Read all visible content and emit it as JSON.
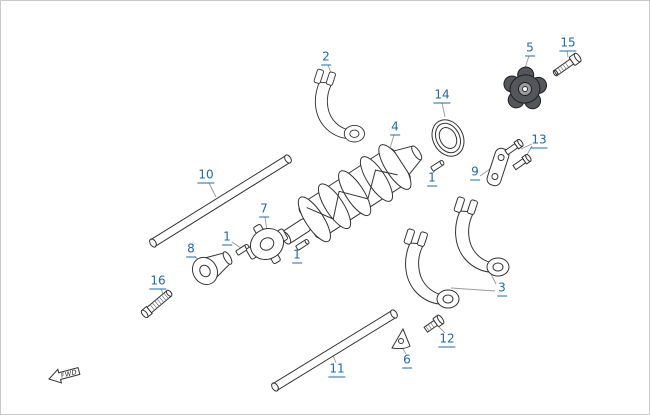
{
  "diagram": {
    "fwd_label": "FWD",
    "colors": {
      "accent": "#1a6bad",
      "line": "#333333",
      "background": "#ffffff",
      "leader": "#9a9a9a"
    },
    "callouts": [
      {
        "label": "2"
      },
      {
        "label": "5"
      },
      {
        "label": "15"
      },
      {
        "label": "14"
      },
      {
        "label": "4"
      },
      {
        "label": "13"
      },
      {
        "label": "9"
      },
      {
        "label": "1"
      },
      {
        "label": "10"
      },
      {
        "label": "7"
      },
      {
        "label": "1"
      },
      {
        "label": "1"
      },
      {
        "label": "8"
      },
      {
        "label": "16"
      },
      {
        "label": "3"
      },
      {
        "label": "12"
      },
      {
        "label": "6"
      },
      {
        "label": "11"
      }
    ]
  }
}
